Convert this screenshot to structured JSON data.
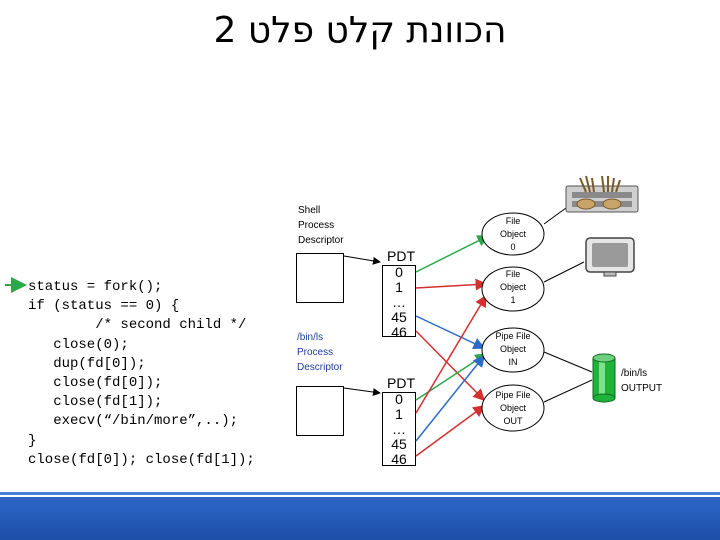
{
  "title": "הכוונת קלט פלט 2",
  "code_lines": [
    "status = fork();",
    "if (status == 0) {",
    "        /* second child */",
    "   close(0);",
    "   dup(fd[0]);",
    "   close(fd[0]);",
    "   close(fd[1]);",
    "   execv(“/bin/more”,..);",
    "}",
    "close(fd[0]); close(fd[1]);"
  ],
  "shell_descriptor": [
    "Shell",
    "Process",
    "Descriptor"
  ],
  "ls_descriptor": [
    "/bin/ls",
    "Process",
    "Descriptor"
  ],
  "pdt1": {
    "head": "PDT",
    "rows": [
      "0",
      "1",
      "…",
      "45",
      "46"
    ]
  },
  "pdt2": {
    "head": "PDT",
    "rows": [
      "0",
      "1",
      "…",
      "45",
      "46"
    ]
  },
  "file_object_0": [
    "File",
    "Object",
    "0"
  ],
  "file_object_1": [
    "File",
    "Object",
    "1"
  ],
  "pipe_in": [
    "Pipe File",
    "Object",
    "IN"
  ],
  "pipe_out": [
    "Pipe File",
    "Object",
    "OUT"
  ],
  "output_label": [
    "/bin/ls",
    "OUTPUT"
  ],
  "colors": {
    "arrow_green": "#2aa84a",
    "arrow_red": "#d43030",
    "arrow_blue": "#2a6cc8",
    "pipe": "#1fb33a",
    "bar": "#2d66c8",
    "ls_text": "#1f3c9c"
  }
}
